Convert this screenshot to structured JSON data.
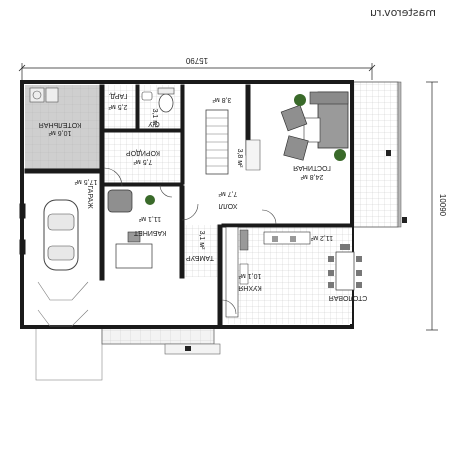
{
  "site": {
    "watermark": "masterov.ru"
  },
  "dimensions": {
    "width": "15790",
    "depth": "10090"
  },
  "rooms": [
    {
      "id": "kotelnaya",
      "name": "КОТЕЛЬНАЯ",
      "area": "10,6 м²"
    },
    {
      "id": "garazh",
      "name": "ГАРАЖ",
      "area": "17,5 м²"
    },
    {
      "id": "gard",
      "name": "ГАРД.",
      "area": "2,5 м²"
    },
    {
      "id": "su",
      "name": "С/У",
      "area": "3,1 м²"
    },
    {
      "id": "stair",
      "name": "",
      "area": "3,8 м²"
    },
    {
      "id": "stair2",
      "name": "",
      "area": "3,8 м²"
    },
    {
      "id": "koridor",
      "name": "КОРИДОР",
      "area": "7,5 м²"
    },
    {
      "id": "gostinaya",
      "name": "ГОСТИНАЯ",
      "area": "24,8 м²"
    },
    {
      "id": "holl",
      "name": "ХОЛЛ",
      "area": "7,7 м²"
    },
    {
      "id": "kabinet",
      "name": "КАБИНЕТ",
      "area": "11,1 м²"
    },
    {
      "id": "tambur",
      "name": "ТАМБУР",
      "area": "3,1 м²"
    },
    {
      "id": "kuhnya",
      "name": "КУХНЯ",
      "area": "10,1 м²"
    },
    {
      "id": "stolovaya",
      "name": "СТОЛОВАЯ",
      "area": "11,2 м²"
    }
  ],
  "colors": {
    "wall": "#1a1a1a",
    "tile": "#c8c8c8",
    "floor": "#ffffff",
    "furniture": "#777777",
    "porch": "#dcdcdc",
    "plant": "#3a6a2a"
  }
}
